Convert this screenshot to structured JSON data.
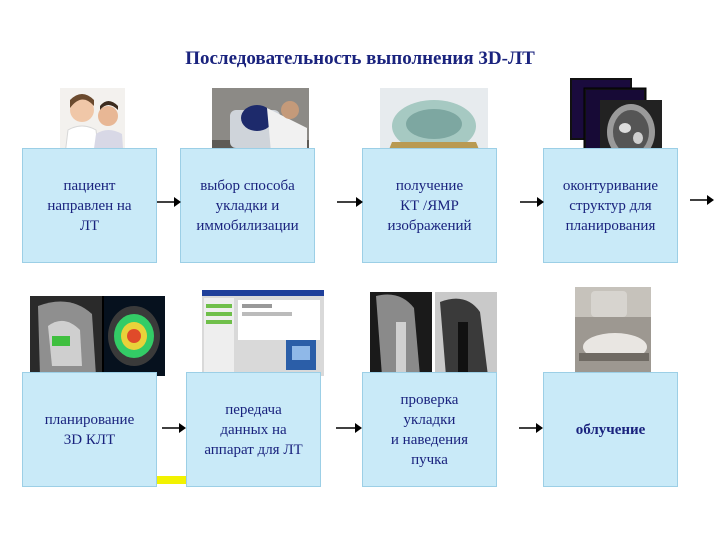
{
  "title": "Последовательность выполнения 3D-ЛТ",
  "steps": [
    {
      "label": "пациент\nнаправлен на\nЛТ"
    },
    {
      "label": "выбор способа\nукладки и\nиммобилизации"
    },
    {
      "label": "получение\nКТ /ЯМР\nизображений"
    },
    {
      "label": "оконтуривание\nструктур для\nпланирования"
    },
    {
      "label": "планирование\n3D КЛТ"
    },
    {
      "label": "передача\nданных на\nаппарат для ЛТ"
    },
    {
      "label": "проверка\nукладки\nи наведения\nпучка"
    },
    {
      "label": "облучение"
    }
  ],
  "colors": {
    "box_fill": "#c9eaf8",
    "text": "#1a237e",
    "accent": "#f2f200"
  }
}
